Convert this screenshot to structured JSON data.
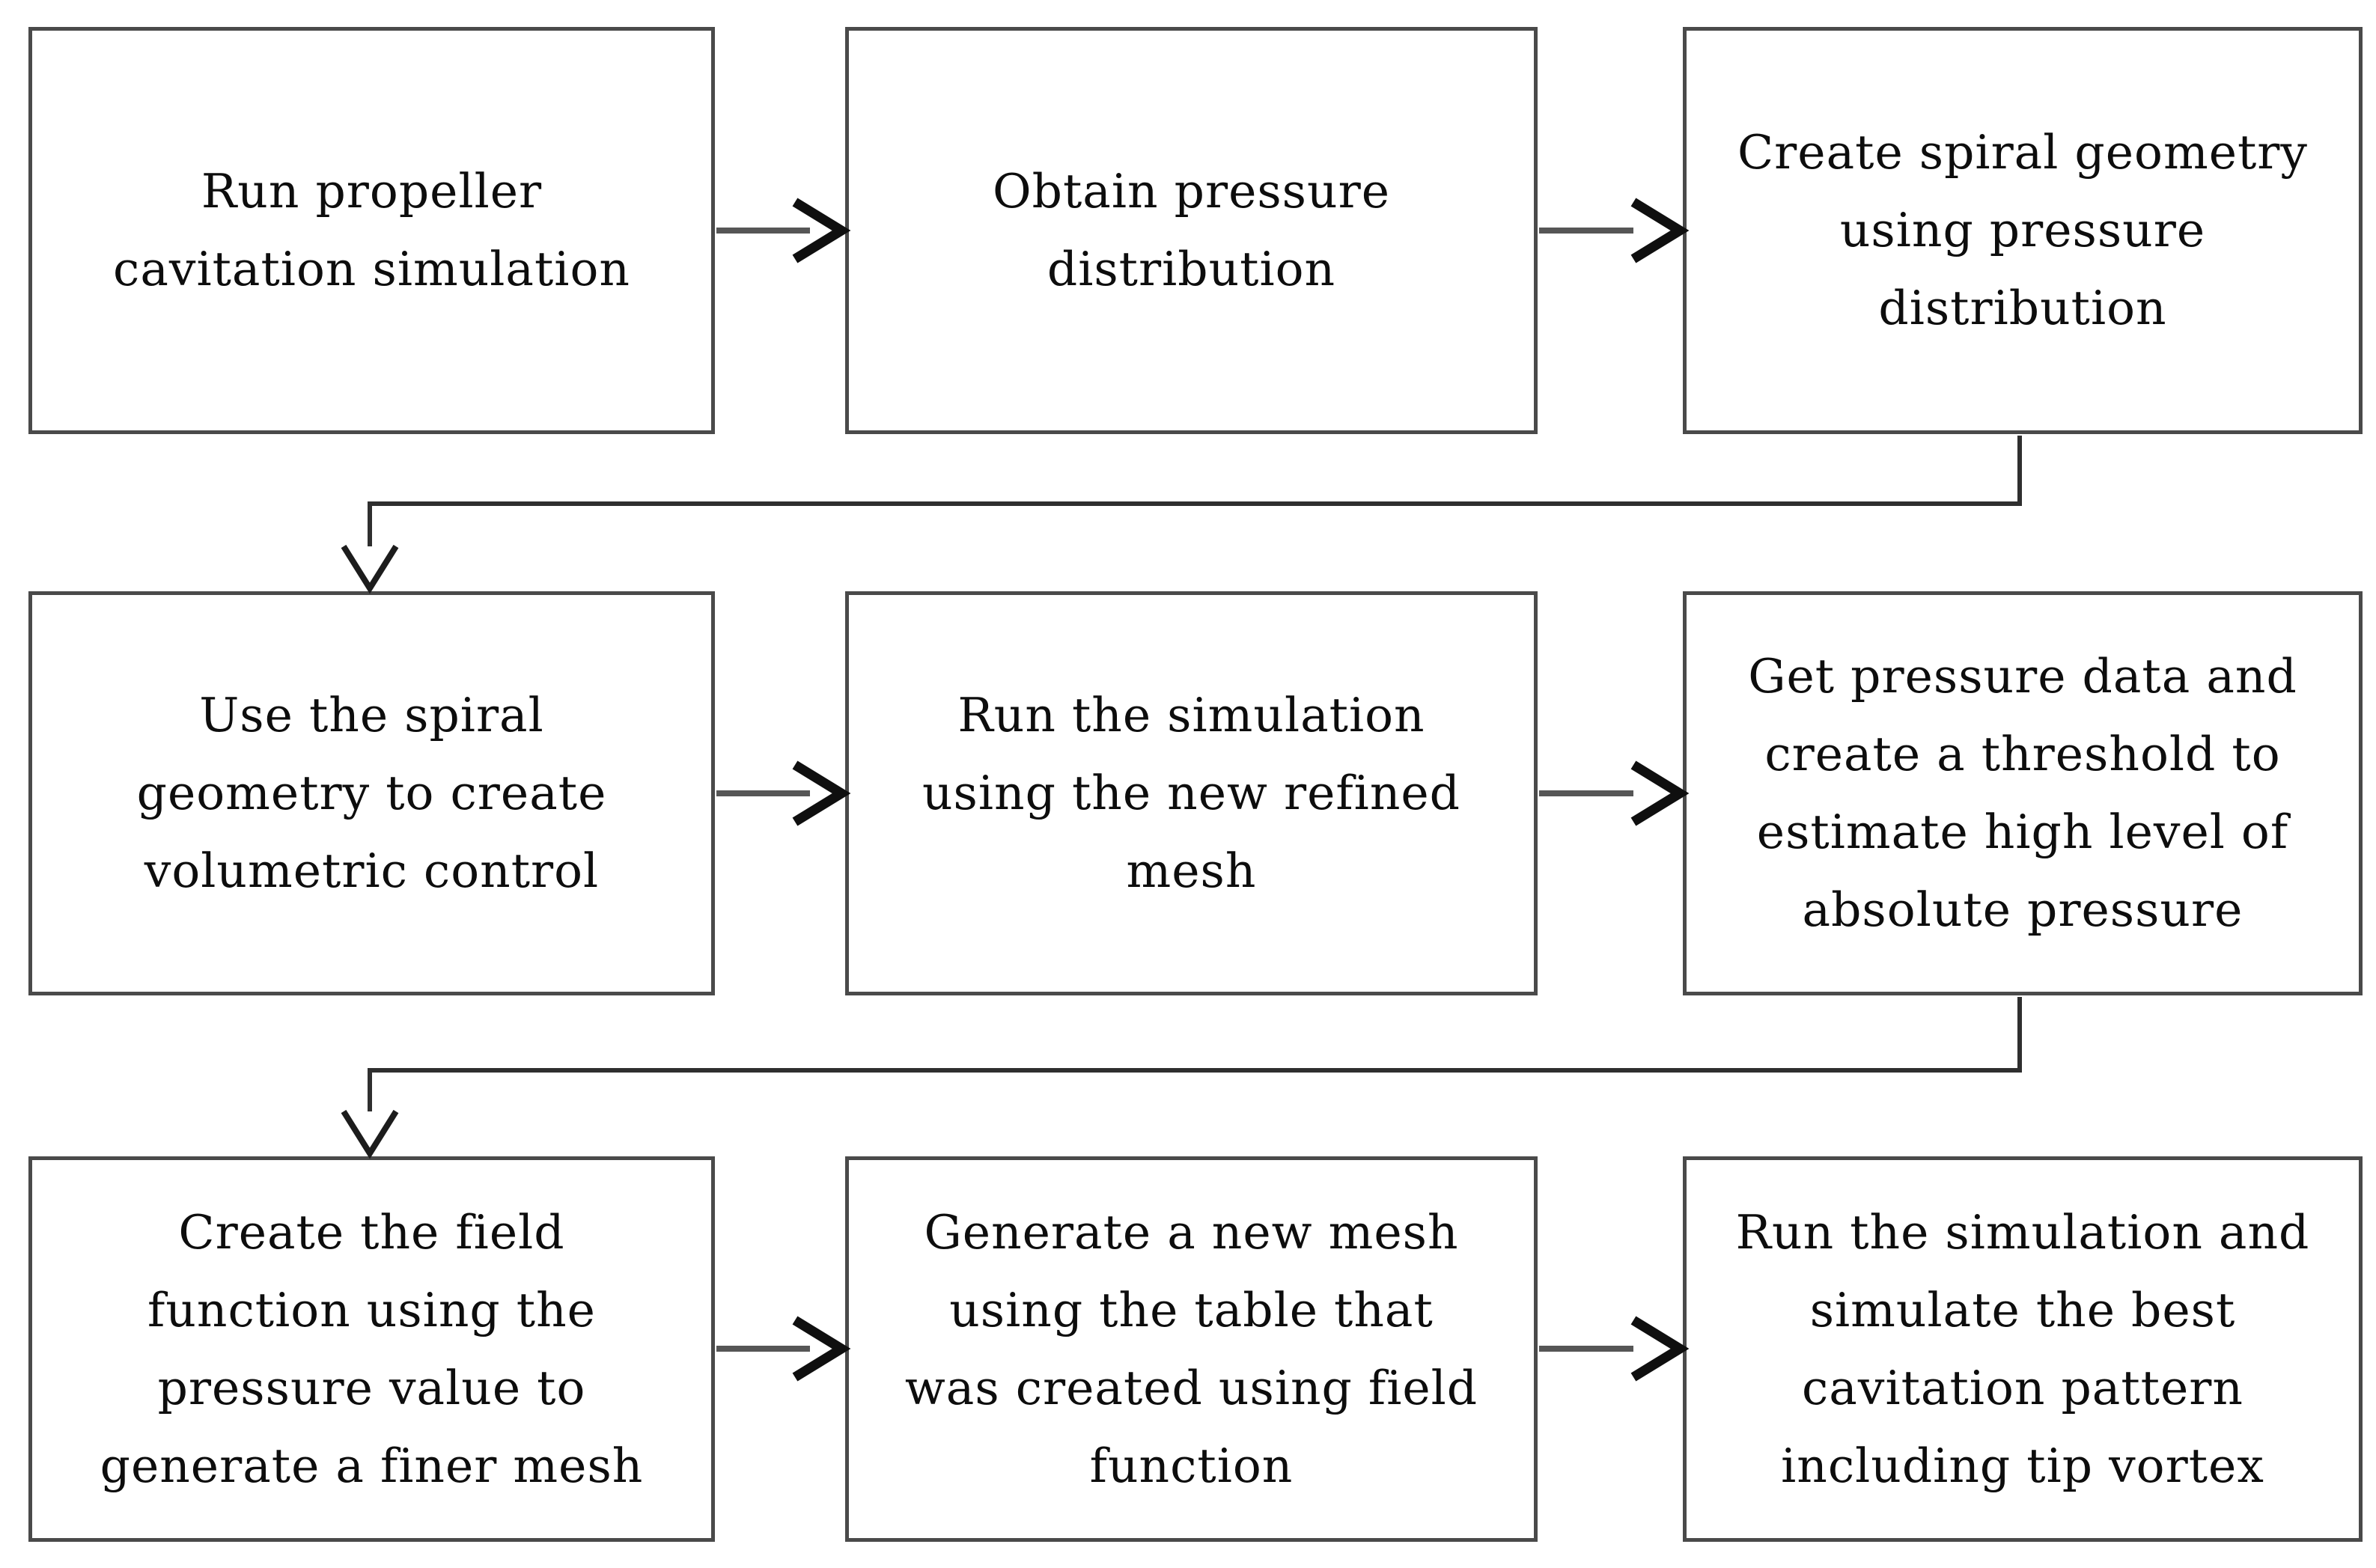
{
  "colors": {
    "background": "#ffffff",
    "box_border": "#4a4a4a",
    "text": "#0d0d0d",
    "arrow_shaft": "#565656",
    "arrow_head": "#0f0f0f"
  },
  "flowchart": {
    "type": "process-flow",
    "rows": 3,
    "cols": 3,
    "boxes": [
      {
        "id": "step-1",
        "text": "Run propeller\ncavitation simulation"
      },
      {
        "id": "step-2",
        "text": "Obtain pressure\ndistribution"
      },
      {
        "id": "step-3",
        "text": "Create spiral geometry\nusing pressure\ndistribution"
      },
      {
        "id": "step-4",
        "text": "Use the spiral\ngeometry to create\nvolumetric control"
      },
      {
        "id": "step-5",
        "text": "Run the simulation\nusing the new refined\nmesh"
      },
      {
        "id": "step-6",
        "text": "Get pressure data and\ncreate a threshold to\nestimate high level of\nabsolute pressure"
      },
      {
        "id": "step-7",
        "text": "Create the field\nfunction using the\npressure value to\ngenerate a finer mesh"
      },
      {
        "id": "step-8",
        "text": "Generate a new mesh\nusing the table that\nwas created using field\nfunction"
      },
      {
        "id": "step-9",
        "text": "Run the simulation and\nsimulate the best\ncavitation pattern\nincluding tip vortex"
      }
    ],
    "connections": [
      {
        "from": "step-1",
        "to": "step-2",
        "style": "arrow-right"
      },
      {
        "from": "step-2",
        "to": "step-3",
        "style": "arrow-right"
      },
      {
        "from": "step-3",
        "to": "step-4",
        "style": "elbow-down-left"
      },
      {
        "from": "step-4",
        "to": "step-5",
        "style": "arrow-right"
      },
      {
        "from": "step-5",
        "to": "step-6",
        "style": "arrow-right"
      },
      {
        "from": "step-6",
        "to": "step-7",
        "style": "elbow-down-left"
      },
      {
        "from": "step-7",
        "to": "step-8",
        "style": "arrow-right"
      },
      {
        "from": "step-8",
        "to": "step-9",
        "style": "arrow-right"
      }
    ]
  }
}
